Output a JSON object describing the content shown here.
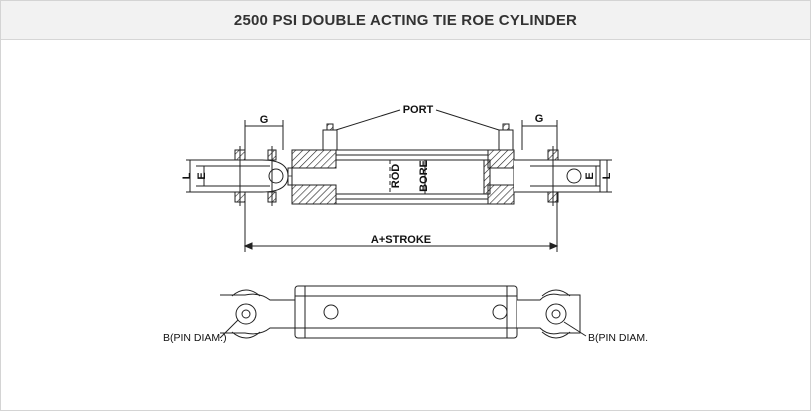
{
  "title": "2500 PSI DOUBLE ACTING TIE ROE CYLINDER",
  "labels": {
    "port": "PORT",
    "g_left": "G",
    "g_right": "G",
    "l_left": "L",
    "e_left": "E",
    "l_right": "L",
    "e_right": "E",
    "rod": "ROD",
    "bore": "BORE",
    "a_stroke": "A+STROKE",
    "pin_left": "B(PIN DIAM.)",
    "pin_right": "B(PIN DIAM."
  }
}
